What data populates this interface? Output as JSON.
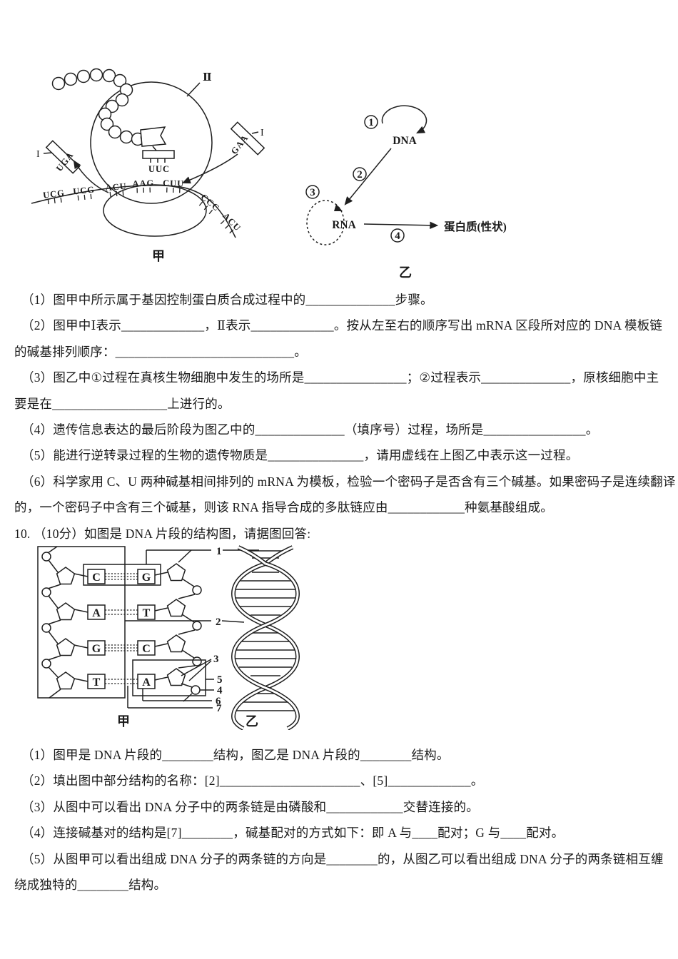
{
  "section9": {
    "diagram_jia": {
      "label": "甲",
      "ribosome_label": "Ⅱ",
      "trna_left_label": "I",
      "trna_right_label": "I",
      "anticodon_left": "UGA",
      "anticodon_right": "GAA",
      "anticodon_center": "UUC",
      "mrna_codons": [
        "UCG",
        "UCG",
        "ACU",
        "AAG",
        "CUU",
        "CCC",
        "ACU"
      ]
    },
    "diagram_yi": {
      "label": "乙",
      "dna": "DNA",
      "rna": "RNA",
      "protein": "蛋白质(性状)",
      "step1": "1",
      "step2": "2",
      "step3": "3",
      "step4": "4"
    },
    "lines": [
      "（1）图甲中所示属于基因控制蛋白质合成过程中的______________步骤。",
      "（2）图甲中Ⅰ表示_____________，Ⅱ表示_____________。按从左至右的顺序写出 mRNA 区段所对应的 DNA 模板链",
      "的碱基排列顺序：____________________________。",
      "（3）图乙中①过程在真核生物细胞中发生的场所是________________；②过程表示______________，原核细胞中主",
      "要是在__________________上进行的。",
      "（4）遗传信息表达的最后阶段为图乙中的______________（填序号）过程，场所是________________。",
      "（5）能进行逆转录过程的生物的遗传物质是_______________，请用虚线在上图乙中表示这一过程。",
      "（6）科学家用 C、U 两种碱基相间排列的 mRNA 为模板，检验一个密码子是否含有三个碱基。如果密码子是连续翻译",
      "的，一个密码子中含有三个碱基，则该 RNA 指导合成的多肽链应由____________种氨基酸组成。",
      "10. （10分）如图是 DNA 片段的结构图，请据图回答:"
    ]
  },
  "section10": {
    "dna_diagram": {
      "label_jia": "甲",
      "label_yi": "乙",
      "left_bases": [
        "C",
        "A",
        "G",
        "T"
      ],
      "right_bases": [
        "G",
        "T",
        "C",
        "A"
      ],
      "n1": "1",
      "n2": "2",
      "n3": "3",
      "n4": "4",
      "n5": "5",
      "n6": "6",
      "n7": "7"
    },
    "lines": [
      "（1）图甲是 DNA 片段的________结构，图乙是 DNA 片段的________结构。",
      "（2）填出图中部分结构的名称：[2]______________________、[5]_____________。",
      "（3）从图中可以看出 DNA 分子中的两条链是由磷酸和____________交替连接的。",
      "（4）连接碱基对的结构是[7]________，碱基配对的方式如下：即 A 与____配对；G 与____配对。",
      "（5）从图甲可以看出组成 DNA 分子的两条链的方向是________的，从图乙可以看出组成 DNA 分子的两条链相互缠",
      "绕成独特的________结构。"
    ]
  }
}
